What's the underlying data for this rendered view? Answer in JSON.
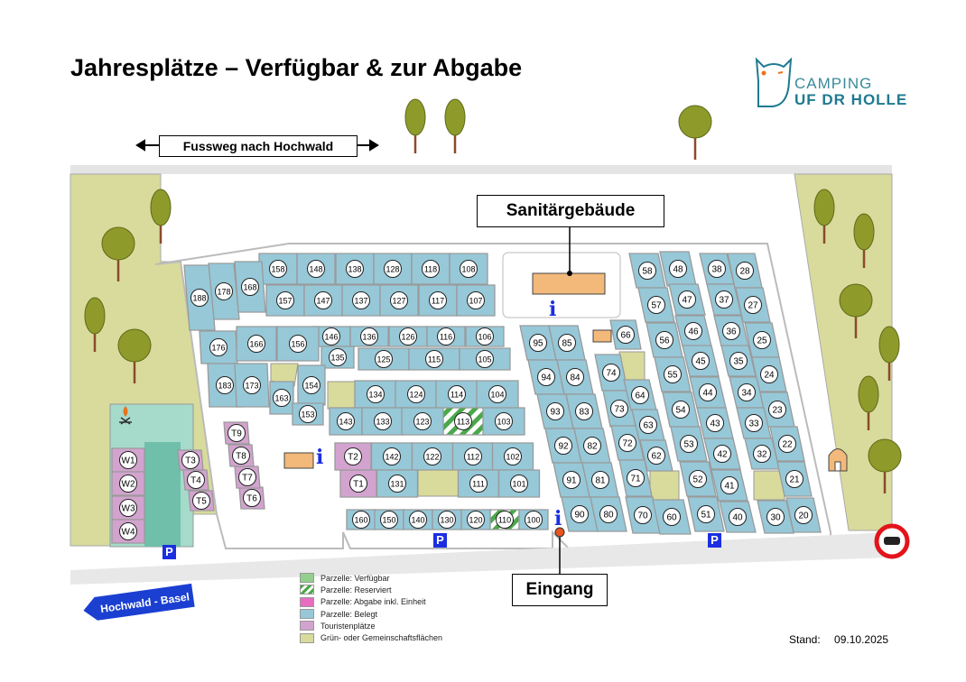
{
  "title": "Jahresplätze – Verfügbar & zur Abgabe",
  "logo": {
    "line1": "CAMPING",
    "line2": "UF DR HOLLE"
  },
  "footpath_sign": "Fussweg nach Hochwald",
  "sanitary_label": "Sanitärgebäude",
  "entrance_label": "Eingang",
  "road_sign": "Hochwald - Basel",
  "parking_label": "P",
  "info_label": "i",
  "stand": {
    "label": "Stand:",
    "date": "09.10.2025"
  },
  "colors": {
    "verfuegbar": "#93cf8f",
    "reserviert": "#4aa84a",
    "abgabe": "#e86cc0",
    "belegt": "#96c8d8",
    "tourist": "#d3a3cf",
    "gruen": "#d8db9b"
  },
  "legend": [
    {
      "key": "verfuegbar",
      "label": "Parzelle: Verfügbar"
    },
    {
      "key": "reserviert",
      "label": "Parzelle: Reserviert"
    },
    {
      "key": "abgabe",
      "label": "Parzelle: Abgabe inkl. Einheit"
    },
    {
      "key": "belegt",
      "label": "Parzelle: Belegt"
    },
    {
      "key": "tourist",
      "label": "Touristenplätze"
    },
    {
      "key": "gruen",
      "label": "Grün- oder Gemeinschaftsflächen"
    }
  ],
  "plots": {
    "reserviert": [
      "113",
      "110"
    ],
    "belegt": [
      "158",
      "148",
      "138",
      "128",
      "118",
      "108",
      "157",
      "147",
      "137",
      "127",
      "117",
      "107",
      "188",
      "178",
      "168",
      "146",
      "136",
      "126",
      "116",
      "106",
      "176",
      "166",
      "156",
      "135",
      "125",
      "115",
      "105",
      "183",
      "173",
      "163",
      "154",
      "153",
      "134",
      "124",
      "114",
      "104",
      "143",
      "133",
      "123",
      "103",
      "142",
      "122",
      "112",
      "102",
      "131",
      "111",
      "101",
      "160",
      "150",
      "140",
      "130",
      "120",
      "100",
      "95",
      "85",
      "94",
      "84",
      "93",
      "83",
      "92",
      "82",
      "91",
      "81",
      "90",
      "80",
      "66",
      "74",
      "73",
      "72",
      "71",
      "70",
      "64",
      "63",
      "62",
      "60",
      "58",
      "48",
      "57",
      "47",
      "56",
      "46",
      "55",
      "45",
      "54",
      "44",
      "53",
      "43",
      "52",
      "42",
      "51",
      "41",
      "40",
      "38",
      "28",
      "37",
      "27",
      "36",
      "25",
      "35",
      "24",
      "34",
      "23",
      "33",
      "22",
      "32",
      "21",
      "30",
      "20"
    ],
    "tourist": [
      "T1",
      "T2",
      "T3",
      "T4",
      "T5",
      "T6",
      "T7",
      "T8",
      "T9",
      "W1",
      "W2",
      "W3",
      "W4"
    ]
  }
}
